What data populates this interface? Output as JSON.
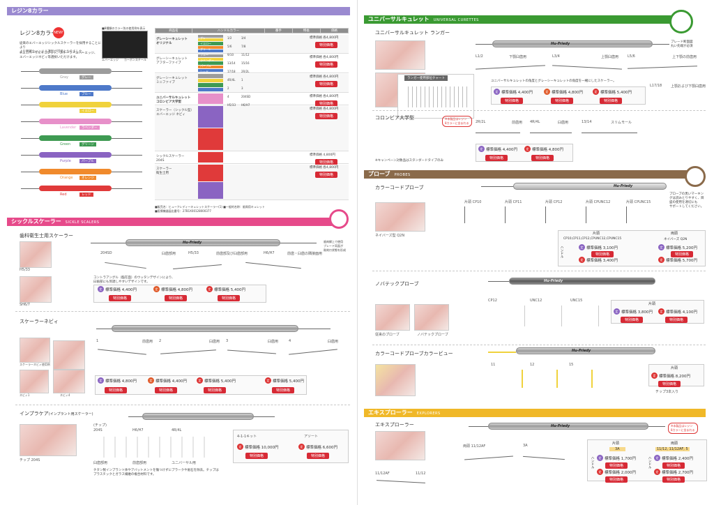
{
  "left": {
    "resin8": {
      "band": "レジン8カラー",
      "title": "レジン8カラー",
      "new_badge": "NEW!",
      "intro": "従来のエバーエッジシックルスケーラーを採用することにより\nより明確なハンドル識別が可能となりました。",
      "intro2": "※ユニバーサルキュレット、スケーラーエバーエッジ、\nエバーエッジネビィ等選択いただけます。",
      "inset_text": "■8種類のカラー別の使用例を表示",
      "inset_labels": [
        "エバーエッジ",
        "カーボンスチール"
      ],
      "colors": [
        {
          "name": "Gray",
          "jp": "グレー",
          "hex": "#9c9c9c"
        },
        {
          "name": "Blue",
          "jp": "ブルー",
          "hex": "#4e79c9"
        },
        {
          "name": "",
          "jp": "イエロー",
          "hex": "#f0d23c"
        },
        {
          "name": "Lavender",
          "jp": "ラベンダー",
          "hex": "#e790c9"
        },
        {
          "name": "Green",
          "jp": "グリーン",
          "hex": "#3e9a52"
        },
        {
          "name": "Purple",
          "jp": "パープル",
          "hex": "#8a64c2"
        },
        {
          "name": "Orange",
          "jp": "オレンジ",
          "hex": "#f08a2c"
        },
        {
          "name": "Red",
          "jp": "レッド",
          "hex": "#e03a3a"
        }
      ],
      "table_head": [
        "商品名",
        "ハンドルカラー",
        "番手",
        "特長",
        "価格"
      ],
      "products": [
        {
          "name": "グレーシーキュレット\nオリジナル",
          "price": "標準価格 各4,800円",
          "sp": "特別価格"
        },
        {
          "name": "グレーシーキュレット\nアフターファイブ",
          "price": "標準価格 各4,800円",
          "sp": "特別価格"
        },
        {
          "name": "グレーシーキュレット\nミニファイブ",
          "price": "標準価格 各4,800円",
          "sp": "特別価格"
        },
        {
          "name": "ユニバーサルキュレット\nコロンビア大学型",
          "price": "標準価格 各4,800円",
          "sp": "特別価格"
        },
        {
          "name": "スケーラー（シックル型）\nエバーエッジ ネビィ",
          "price": "標準価格 各4,800円",
          "sp": "特別価格"
        },
        {
          "name": "シックルスケーラー\n204S",
          "price": "標準価格 4,800円",
          "sp": "特別価格"
        },
        {
          "name": "スケーラー\n衛生士用",
          "price": "標準価格 各4,800円",
          "sp": "特別価格"
        }
      ],
      "handle_colors": [
        "グレー",
        "イエロー",
        "グリーン",
        "ブルー",
        "ラベンダー",
        "パープル",
        "レッド"
      ],
      "numbers": [
        "1/2",
        "3/4",
        "5/6",
        "7/8",
        "9/10",
        "11/12",
        "13/14",
        "15/16",
        "17/18",
        "2R/2L",
        "4R/4L",
        "1",
        "2",
        "3",
        "4",
        "204SD",
        "H5/33",
        "H6/H7"
      ],
      "footnotes": "■販売名：ヒューフレディーキュレットスケーラー(1) ■一般的名称：歯周用キュレット\n■医療機器届出番号：27B1X00128000377"
    },
    "sickle": {
      "band": "シックルスケーラー",
      "band_en": "SICKLE SCALERS",
      "title": "歯科衛生士用スケーラー",
      "callout": "歯肉縁上で使用\nブレード両面が\n彫刻刃状態を形成",
      "codes": [
        "204SD",
        "H5/33",
        "H6/H7"
      ],
      "code_descs": [
        "臼歯部用",
        "前歯部及び臼歯部用",
        "前歯・臼歯の隣接面用"
      ],
      "photo_labels": [
        "H5/33",
        "SH6/7"
      ],
      "desc": "コントラアングル（臨在面）のウッタンデザインにより、\n臼歯部にも到達しやすいデザインです。",
      "price1": "標準価格 4,400円",
      "price2": "標準価格 4,800円",
      "price3": "標準価格 5,400円",
      "special": "特別価格"
    },
    "nevi": {
      "title": "スケーラーネビィ",
      "nums": [
        "1",
        "2",
        "3",
        "4"
      ],
      "labels": [
        "前歯用",
        "臼歯用",
        "臼歯用",
        "臼歯用"
      ],
      "photo_labels": [
        "スケーラーネビィ使用例",
        "ネビィ1",
        "ネビィ4"
      ],
      "price1": "標準価格 4,800円",
      "price2": "標準価格 4,400円",
      "price3": "標準価格 5,400円",
      "price4": "標準価格 5,400円",
      "special": "特別価格"
    },
    "implant": {
      "title": "インプラケア",
      "title_sub": "(インプラント用スケーラー)",
      "photo_label": "チップ 204S",
      "set_label": "(チップ)",
      "codes": [
        "204S",
        "H6/H7",
        "4R/4L"
      ],
      "code_labels": [
        "臼歯部用",
        "前歯部用",
        "ユニバーサル用"
      ],
      "kit": "4-1-1キット",
      "kit_price": "標準価格 10,000円",
      "assort": "アソート",
      "assort_price": "標準価格 6,600円",
      "special": "特別価格",
      "desc": "チタン製インプラント体やアバットメントを傷つけずにプラークや歯石を除去。チップは\nプラスチックとガラス繊維の複合材料です。"
    }
  },
  "right": {
    "universal": {
      "band": "ユニバーサルキュレット",
      "band_en": "UNIVERSAL CURETTES",
      "title": "ユニバーサルキュレット ランガー",
      "callout": "ブレード断面図\n丸い先端が必須",
      "codes": [
        "L1/2",
        "L3/4",
        "L5/6",
        "L17/18"
      ],
      "code_descs": [
        "下顎臼歯用",
        "上顎臼歯用",
        "上下顎の前歯用",
        "上顎および下顎臼歯用"
      ],
      "chart_title": "ランガー使用部位チャート",
      "desc": "ユニバーサルキュレットの角度とグレーシーキュレットの角度を一緒にしたスケーラー。",
      "price1": "標準価格 4,400円",
      "price2": "標準価格 4,800円",
      "price3": "標準価格 5,400円",
      "special": "特別価格"
    },
    "columbia": {
      "title": "コロンビア大学型",
      "red_note": "※本製品はレジン\n8カラーに含まれる",
      "codes": [
        "2R/2L",
        "4R/4L",
        "13/14"
      ],
      "code_descs": [
        "前歯用",
        "臼歯用",
        "スリムモール"
      ],
      "price1": "標準価格 4,400円",
      "price2": "標準価格 4,800円",
      "special": "特別価格",
      "foot": "※キャンペーン対象品はスタンダードタイプのみ"
    },
    "probes": {
      "band": "プローブ",
      "band_en": "PROBES",
      "title": "カラーコードプローブ",
      "callout": "プローブの黒いマーキン\nグは読みとりやすく、目\n盛の使用を適切にも\nサポートしてください。",
      "codes": [
        "CP10",
        "CP11",
        "CP12",
        "CPUNC12",
        "CPUNC15"
      ],
      "code_prefix": "片頭",
      "photo_label": "ネイバーズ型 Q2N",
      "table_head": [
        "片頭",
        "CP10,CP11,CP12,CPUNC12,CPUNC15",
        "両頭",
        "ネイバーズ Q2N"
      ],
      "price1": "標準価格 3,100円",
      "price2": "標準価格 3,400円",
      "price3": "標準価格 5,200円",
      "price4": "標準価格 5,700円",
      "special": "特別価格",
      "handle_label": "ハンドル"
    },
    "novatech": {
      "title": "ノバテックプローブ",
      "codes": [
        "CP12",
        "UNC12",
        "UNC15"
      ],
      "photo_labels": [
        "従来のプローブ",
        "ノバテックプローブ"
      ],
      "price1": "標準価格 3,800円",
      "price2": "標準価格 4,100円",
      "special": "特別価格",
      "col_head": "片頭"
    },
    "colorvue": {
      "title": "カラーコードプローブカラービュー",
      "codes": [
        "11",
        "12",
        "15"
      ],
      "col_head": "片頭",
      "price": "標準価格 8,200円",
      "special": "特別価格",
      "tip_label": "チップ3本入り"
    },
    "explorers": {
      "band": "エキスプローラー",
      "band_en": "EXPLORERS",
      "title": "エキスプローラー",
      "codes": [
        "11/12AF",
        "11/12",
        "3A",
        "両頭 11/12AF",
        "3A"
      ],
      "col_heads": [
        "片頭",
        "両頭"
      ],
      "sub_heads": [
        "3A",
        "11/12, 11/12AF, 5"
      ],
      "price1": "標準価格 1,700円",
      "price2": "標準価格 2,000円",
      "price3": "標準価格 2,400円",
      "price4": "標準価格 2,700円",
      "special": "特別価格",
      "red_note": "※本製品はレジン\n8カラーに含まれる",
      "handle_label": "ハンドル"
    },
    "logo": "Hu-Friedy"
  }
}
